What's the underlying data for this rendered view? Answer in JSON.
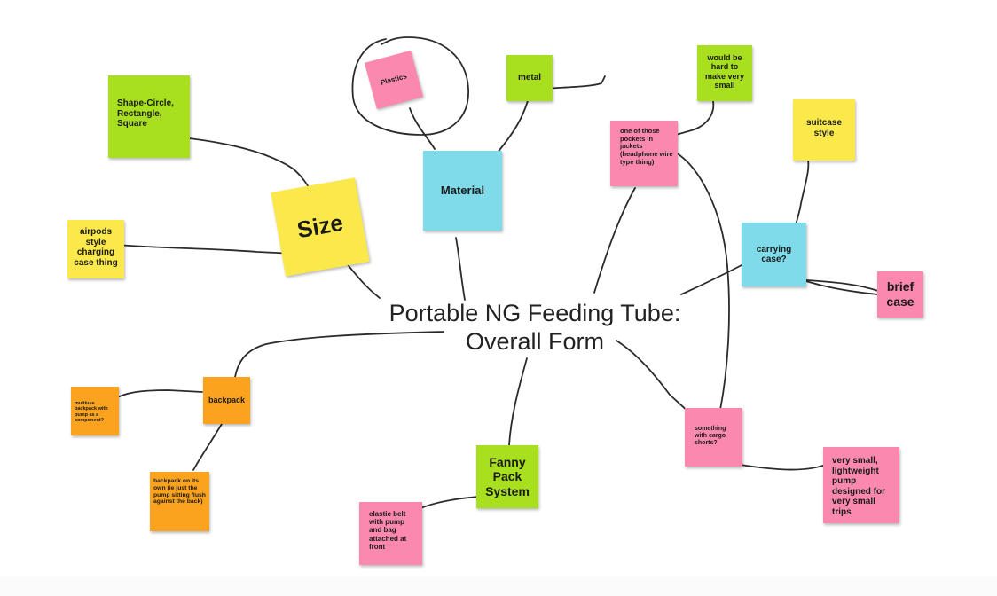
{
  "board": {
    "center_title_line1": "Portable NG Feeding Tube:",
    "center_title_line2": "Overall Form",
    "notes": {
      "shape": "Shape-Circle, Rectangle, Square",
      "size": "Size",
      "airpods": "airpods style charging case thing",
      "plastics": "Plastics",
      "metal": "metal",
      "material": "Material",
      "hard_small": "would be hard to make very small",
      "pockets": "one of those pockets in jackets (headphone wire type thing)",
      "suitcase": "suitcase style",
      "carrying": "carrying case?",
      "brief": "brief case",
      "backpack": "backpack",
      "multiuse": "multiuse backpack with pump as a component?",
      "backpack_own": "backpack on its own (ie just the pump sitting flush against the back)",
      "fanny": "Fanny Pack System",
      "elastic": "elastic belt with pump and bag attached at front",
      "cargo": "something with cargo shorts?",
      "very_small": "very small, lightweight pump designed for very small trips"
    },
    "colors": {
      "green": "#a8e01f",
      "yellow": "#fbe84a",
      "pink": "#fb88ae",
      "cyan": "#7fdbe9",
      "orange": "#fba21e",
      "ink": "#222222"
    }
  }
}
